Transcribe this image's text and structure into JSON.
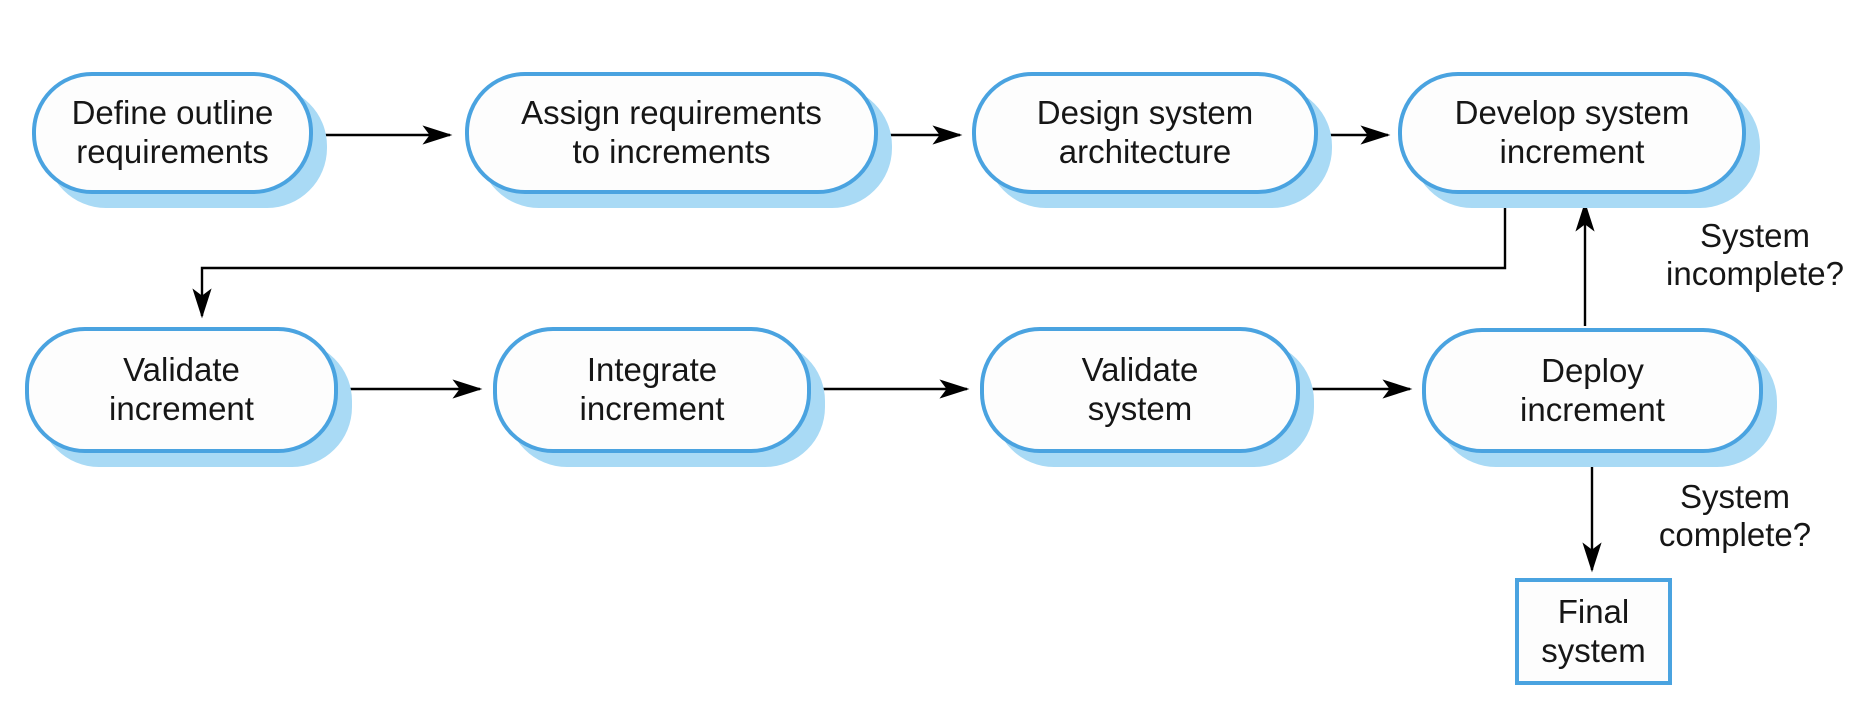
{
  "diagram": {
    "nodes": [
      {
        "id": "define",
        "label": "Define outline\nrequirements"
      },
      {
        "id": "assign",
        "label": "Assign requirements\nto increments"
      },
      {
        "id": "design",
        "label": "Design system\narchitecture"
      },
      {
        "id": "develop",
        "label": "Develop system\nincrement"
      },
      {
        "id": "validate_increment",
        "label": "Validate\nincrement"
      },
      {
        "id": "integrate",
        "label": "Integrate\nincrement"
      },
      {
        "id": "validate_system",
        "label": "Validate\nsystem"
      },
      {
        "id": "deploy",
        "label": "Deploy\nincrement"
      },
      {
        "id": "final",
        "label": "Final\nsystem"
      }
    ],
    "edges": [
      {
        "from": "define",
        "to": "assign"
      },
      {
        "from": "assign",
        "to": "design"
      },
      {
        "from": "design",
        "to": "develop"
      },
      {
        "from": "develop",
        "to": "validate_increment"
      },
      {
        "from": "validate_increment",
        "to": "integrate"
      },
      {
        "from": "integrate",
        "to": "validate_system"
      },
      {
        "from": "validate_system",
        "to": "deploy"
      },
      {
        "from": "deploy",
        "to": "develop",
        "condition": "incomplete"
      },
      {
        "from": "deploy",
        "to": "final",
        "condition": "complete"
      }
    ],
    "decision_labels": {
      "incomplete": "System\nincomplete?",
      "complete": "System\ncomplete?"
    }
  },
  "colors": {
    "border": "#4aa3e0",
    "shadow": "#a9daf5",
    "fill": "#fdfdfd",
    "ink": "#161616",
    "arrow": "#000000"
  }
}
